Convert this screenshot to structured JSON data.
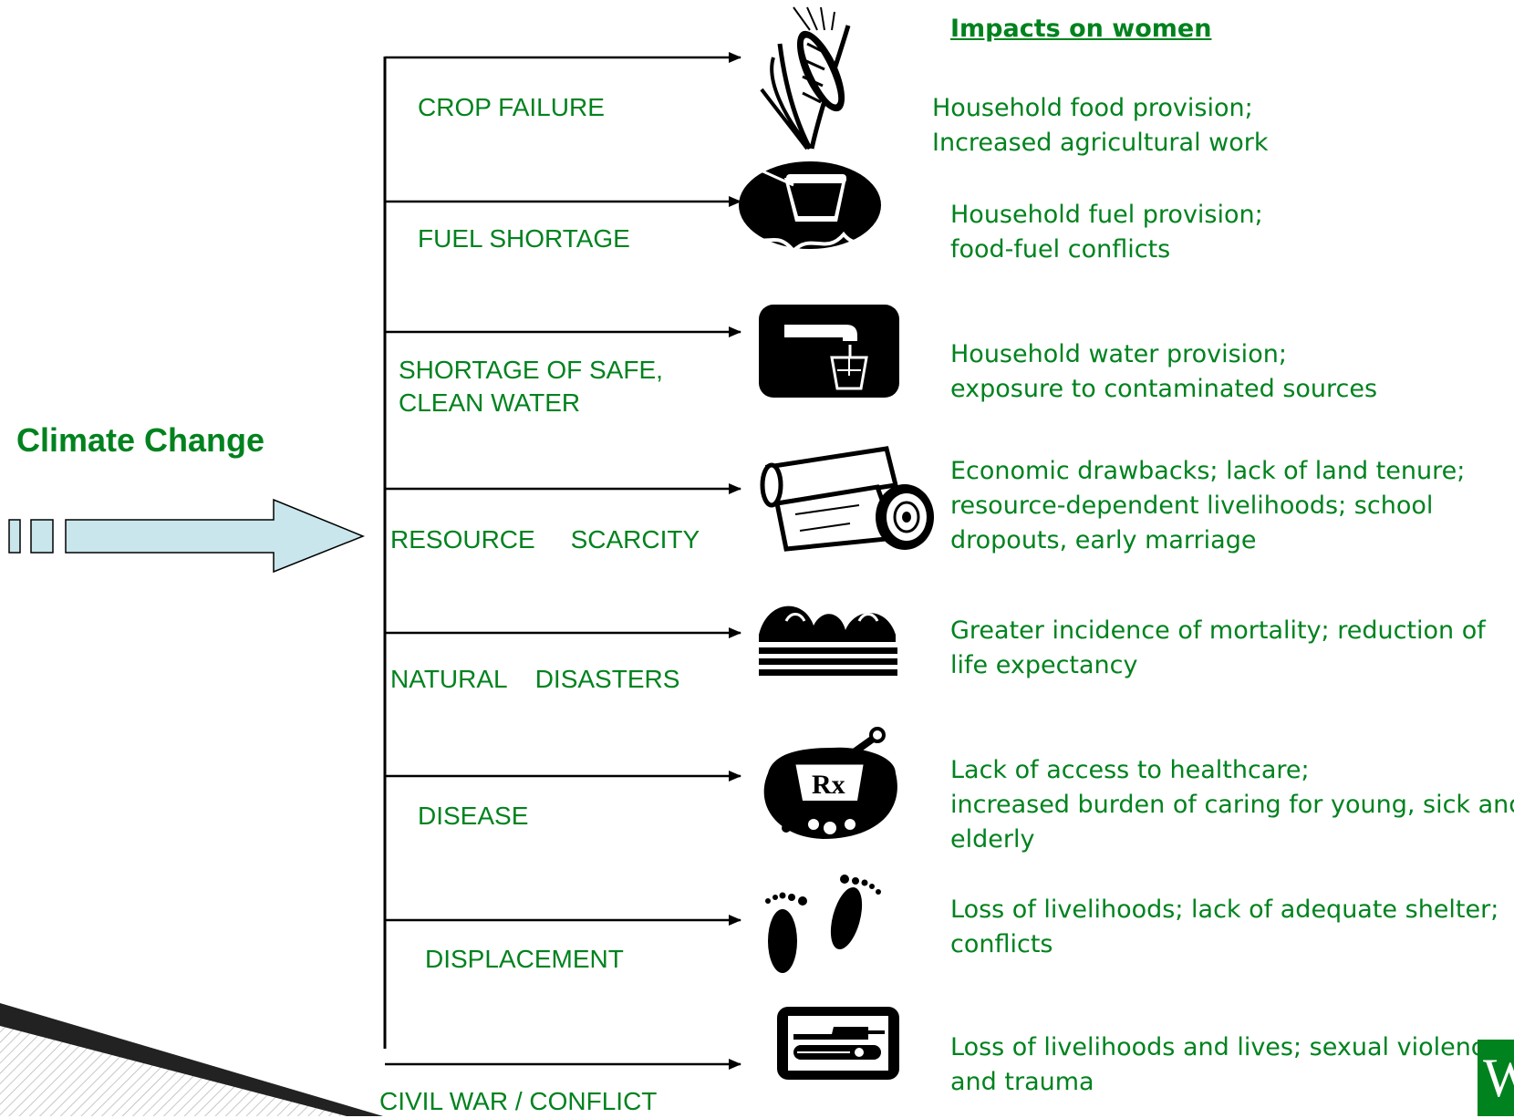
{
  "title": "Climate Change",
  "impacts_header": "Impacts on women",
  "logo_text": "W",
  "colors": {
    "text_green": "#00821e",
    "arrow_fill": "#c8e6ec",
    "line": "#000000"
  },
  "items": [
    {
      "cause": "CROP FAILURE",
      "icon": "wheat-icon",
      "impact": "Household food provision;\nIncreased agricultural work"
    },
    {
      "cause": "FUEL SHORTAGE",
      "icon": "cooking-pot-fire-icon",
      "impact": "Household fuel provision;\nfood-fuel conflicts"
    },
    {
      "cause": "SHORTAGE OF SAFE,\nCLEAN WATER",
      "icon": "water-tap-icon",
      "impact": "Household water provision;\nexposure to contaminated sources"
    },
    {
      "cause": "RESOURCE     SCARCITY",
      "icon": "logs-icon",
      "impact": "Economic drawbacks; lack of land tenure;\nresource-dependent livelihoods; school\ndropouts, early marriage"
    },
    {
      "cause": "NATURAL    DISASTERS",
      "icon": "waves-icon",
      "impact": "Greater incidence of mortality; reduction of\nlife expectancy"
    },
    {
      "cause": "DISEASE",
      "icon": "mortar-pestle-rx-icon",
      "impact": "Lack of access to healthcare;\nincreased burden of caring for young, sick and\nelderly"
    },
    {
      "cause": "DISPLACEMENT",
      "icon": "footprints-icon",
      "impact": "Loss of livelihoods; lack of adequate shelter;\nconflicts"
    },
    {
      "cause": "CIVIL WAR / CONFLICT",
      "icon": "tank-icon",
      "impact": "Loss of livelihoods and lives; sexual violence\nand trauma"
    }
  ]
}
